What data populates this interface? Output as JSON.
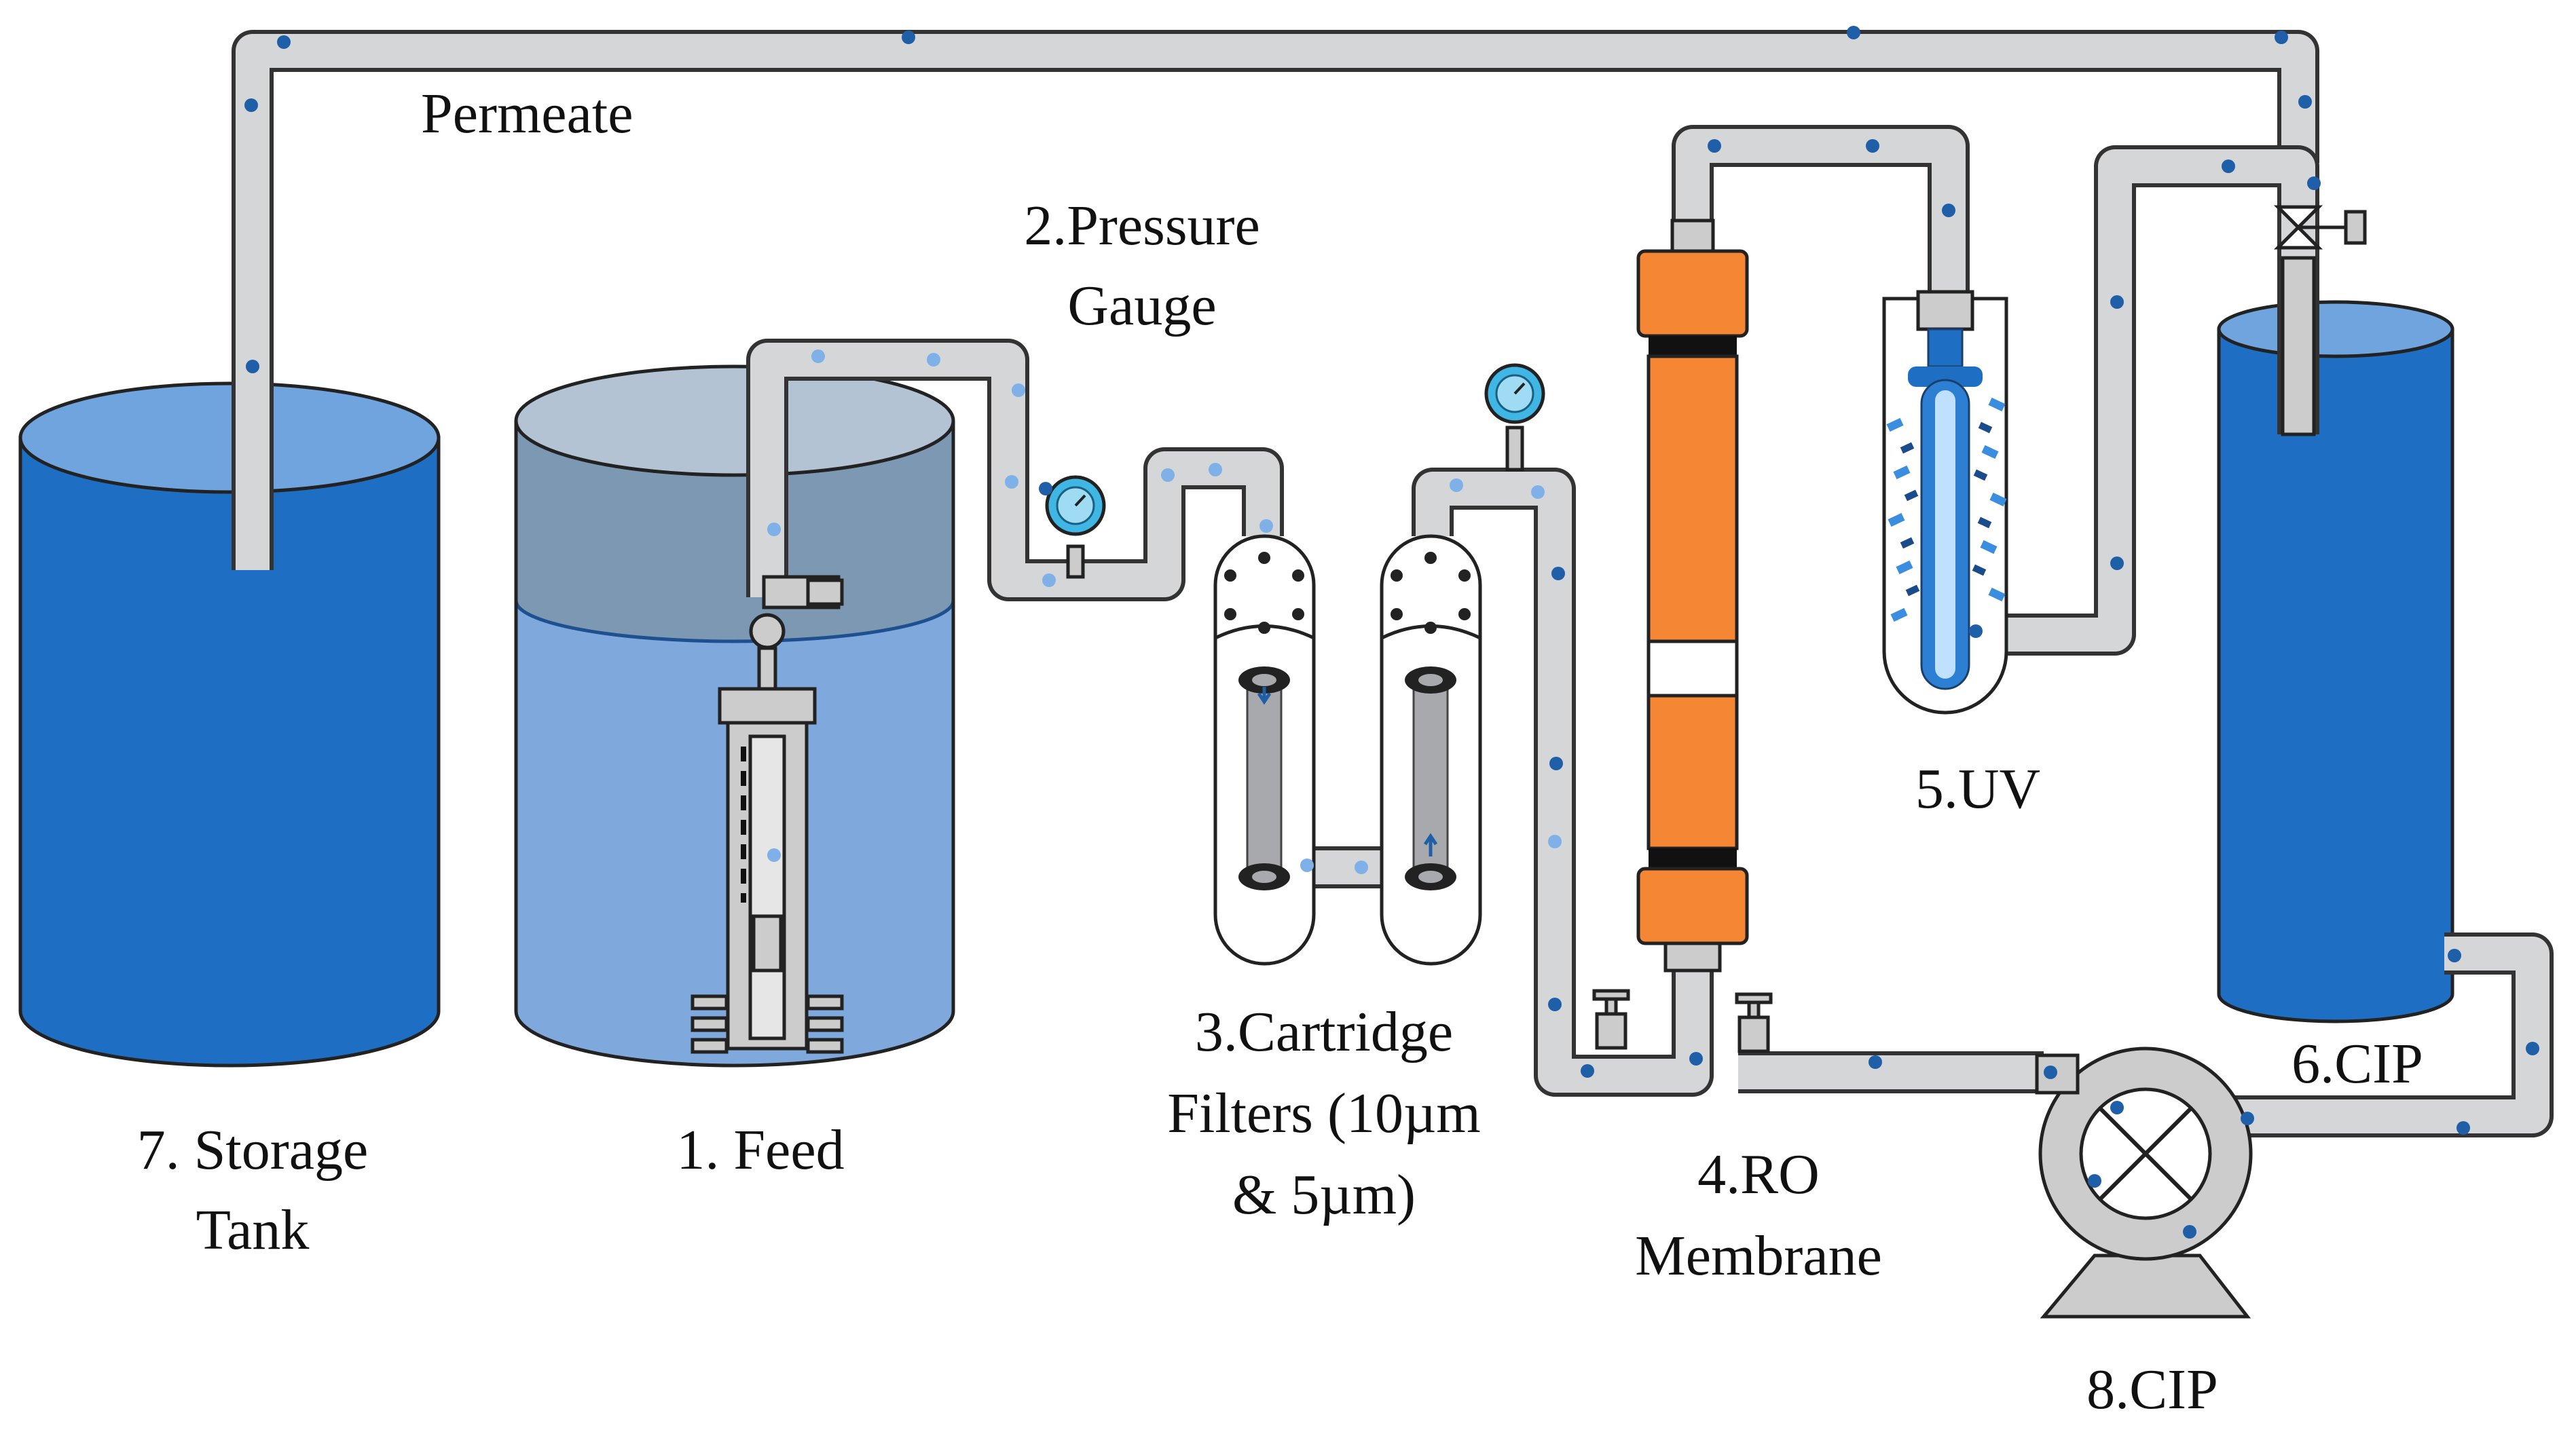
{
  "labels": {
    "permeate": "Permeate",
    "pressure_gauge_1": "2.Pressure",
    "pressure_gauge_2": "Gauge",
    "cartridge_1": "3.Cartridge",
    "cartridge_2": "Filters (10µm",
    "cartridge_3": "& 5µm)",
    "ro_1": "4.RO",
    "ro_2": "Membrane",
    "uv": "5.UV",
    "cip_tank": "6.CIP",
    "storage_1": "7. Storage",
    "storage_2": "Tank",
    "feed": "1. Feed",
    "cip_pump": "8.CIP"
  },
  "colors": {
    "tank_blue": "#1e6fc3",
    "tank_top": "#6fa4df",
    "feed_water": "#7fa9dd",
    "feed_air": "#7d98b3",
    "pipe_fill": "#d4d6d8",
    "membrane_orange": "#f58634",
    "gauge_cyan": "#3fb6e4",
    "flow_dot": "#1f5fa8"
  }
}
